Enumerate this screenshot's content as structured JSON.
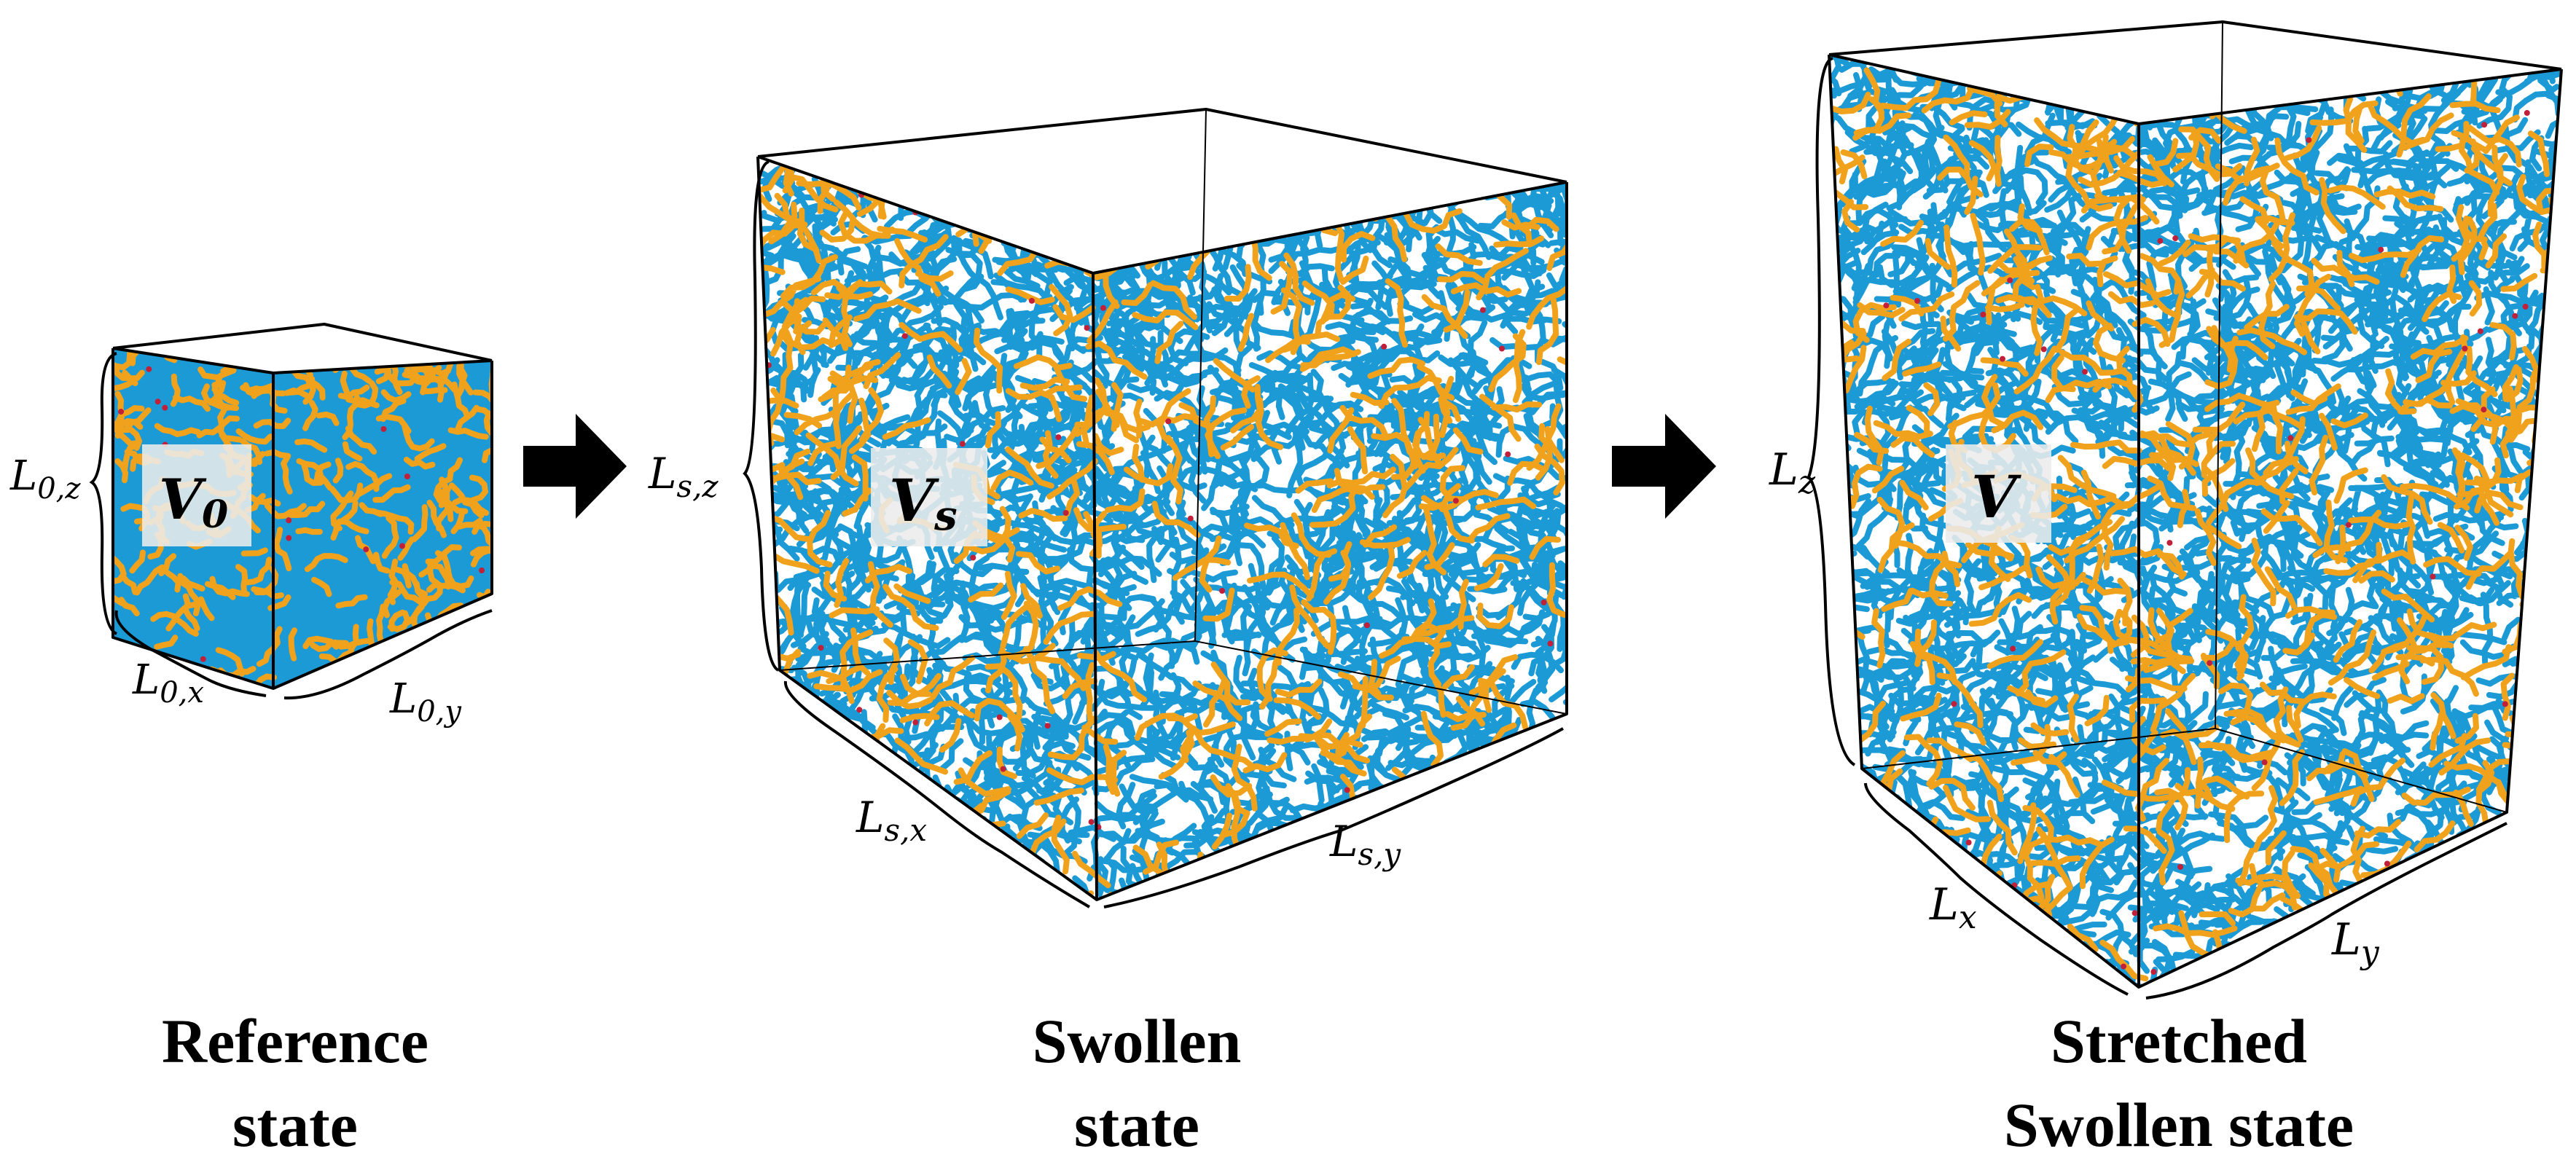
{
  "colors": {
    "chain_blue": "#1c9ad6",
    "chain_orange": "#f0a21c",
    "crosslink_red": "#c0203a",
    "edge": "#000000",
    "arrow": "#000000",
    "label_box": "#ececec"
  },
  "panels": [
    {
      "id": "reference",
      "caption_line1": "Reference",
      "caption_line2": "state",
      "volume_main": "V",
      "volume_sub": "0",
      "dims": {
        "x": {
          "main": "L",
          "sub": "0,x"
        },
        "y": {
          "main": "L",
          "sub": "0,y"
        },
        "z": {
          "main": "L",
          "sub": "0,z"
        }
      }
    },
    {
      "id": "swollen",
      "caption_line1": "Swollen",
      "caption_line2": "state",
      "volume_main": "V",
      "volume_sub": "s",
      "dims": {
        "x": {
          "main": "L",
          "sub": "s,x"
        },
        "y": {
          "main": "L",
          "sub": "s,y"
        },
        "z": {
          "main": "L",
          "sub": "s,z"
        }
      }
    },
    {
      "id": "stretched",
      "caption_line1": "Stretched",
      "caption_line2": "Swollen state",
      "volume_main": "V",
      "volume_sub": "",
      "dims": {
        "x": {
          "main": "L",
          "sub": "x"
        },
        "y": {
          "main": "L",
          "sub": "y"
        },
        "z": {
          "main": "L",
          "sub": "z"
        }
      }
    }
  ]
}
